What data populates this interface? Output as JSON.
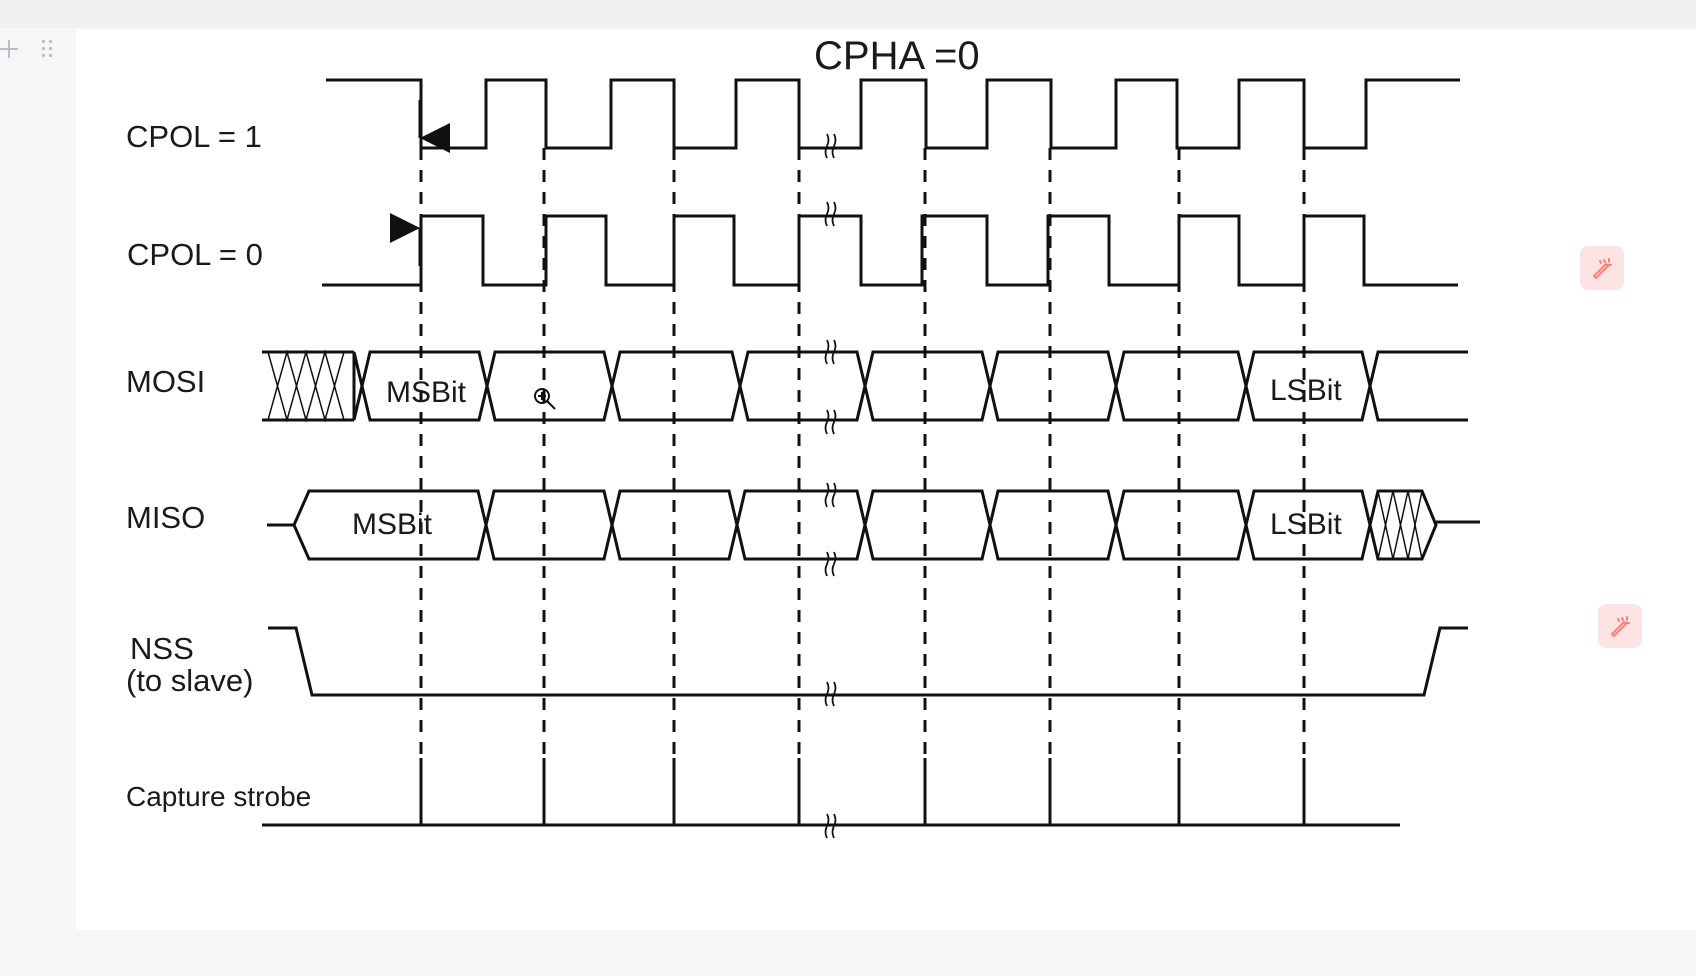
{
  "page": {
    "top_text": "",
    "accent_edit_color": "#f4837d"
  },
  "diagram": {
    "title": "CPHA =0",
    "signals": {
      "cpol1": "CPOL = 1",
      "cpol0": "CPOL = 0",
      "mosi": "MOSI",
      "miso": "MISO",
      "nss_line1": "NSS",
      "nss_line2": "(to slave)",
      "capture": "Capture strobe"
    },
    "mosi_bits": {
      "first": "MSBit",
      "last": "LSBit"
    },
    "miso_bits": {
      "first": "MSBit",
      "last": "LSBit"
    },
    "icons": [
      "plus-icon",
      "drag-handle-icon",
      "magic-edit-icon",
      "zoom-cursor-icon"
    ]
  }
}
